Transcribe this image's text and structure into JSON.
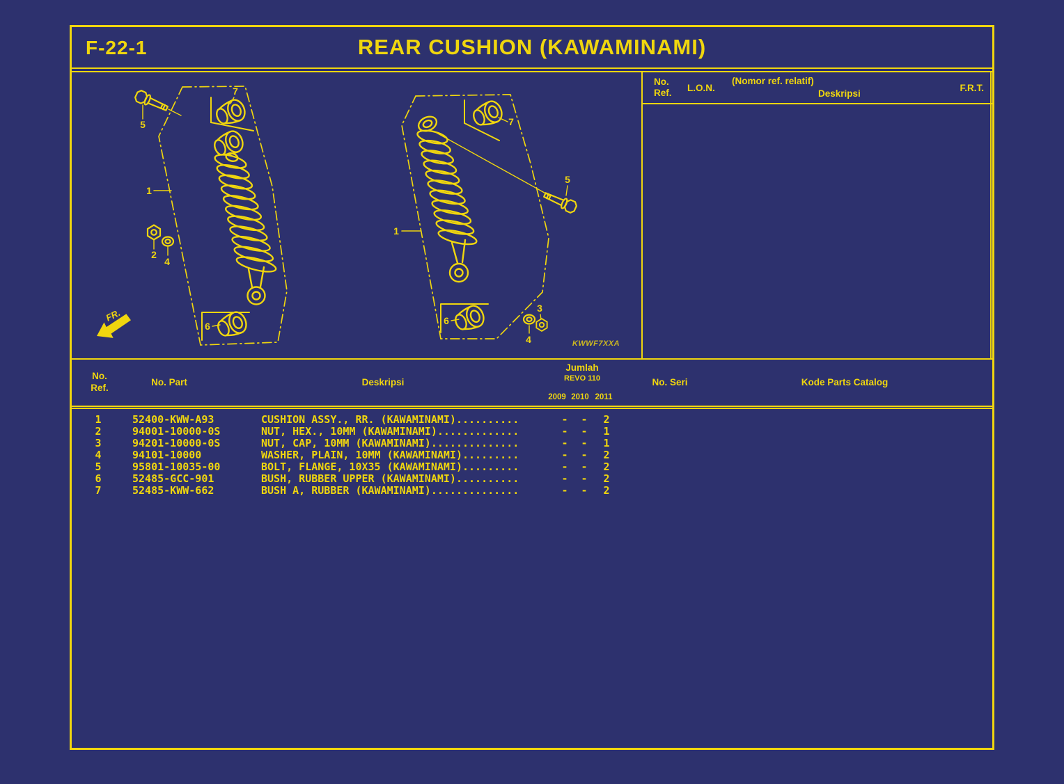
{
  "page": {
    "code": "F-22-1",
    "title": "REAR CUSHION (KAWAMINAMI)"
  },
  "right_panel": {
    "no": "No.",
    "ref": "Ref.",
    "lon": "L.O.N.",
    "nomor": "(Nomor ref. relatif)",
    "deskripsi": "Deskripsi",
    "frt": "F.R.T."
  },
  "diagram": {
    "fr_label": "FR.",
    "watermark": "KWWF7XXA",
    "left_callouts": {
      "c1": "1",
      "c2": "2",
      "c4": "4",
      "c5": "5",
      "c6": "6",
      "c7": "7"
    },
    "right_callouts": {
      "c1": "1",
      "c3": "3",
      "c4": "4",
      "c5": "5",
      "c6": "6",
      "c7": "7"
    }
  },
  "table": {
    "header": {
      "no": "No.",
      "ref": "Ref.",
      "no_part": "No. Part",
      "deskripsi": "Deskripsi",
      "jumlah": "Jumlah",
      "model": "REVO 110",
      "years": [
        "2009",
        "2010",
        "2011"
      ],
      "no_seri": "No. Seri",
      "kode": "Kode Parts Catalog"
    },
    "rows": [
      {
        "ref": "1",
        "part": "52400-KWW-A93",
        "desc": "CUSHION ASSY., RR. (KAWAMINAMI)..........",
        "y2009": "-",
        "y2010": "-",
        "qty": "2"
      },
      {
        "ref": "2",
        "part": "94001-10000-0S",
        "desc": "NUT, HEX., 10MM (KAWAMINAMI).............",
        "y2009": "-",
        "y2010": "-",
        "qty": "1"
      },
      {
        "ref": "3",
        "part": "94201-10000-0S",
        "desc": "NUT, CAP, 10MM (KAWAMINAMI)..............",
        "y2009": "-",
        "y2010": "-",
        "qty": "1"
      },
      {
        "ref": "4",
        "part": "94101-10000",
        "desc": "WASHER, PLAIN, 10MM (KAWAMINAMI).........",
        "y2009": "-",
        "y2010": "-",
        "qty": "2"
      },
      {
        "ref": "5",
        "part": "95801-10035-00",
        "desc": "BOLT, FLANGE, 10X35 (KAWAMINAMI).........",
        "y2009": "-",
        "y2010": "-",
        "qty": "2"
      },
      {
        "ref": "6",
        "part": "52485-GCC-901",
        "desc": "BUSH, RUBBER UPPER (KAWAMINAMI)..........",
        "y2009": "-",
        "y2010": "-",
        "qty": "2"
      },
      {
        "ref": "7",
        "part": "52485-KWW-662",
        "desc": "BUSH A, RUBBER (KAWAMINAMI)..............",
        "y2009": "-",
        "y2010": "-",
        "qty": "2"
      }
    ]
  }
}
